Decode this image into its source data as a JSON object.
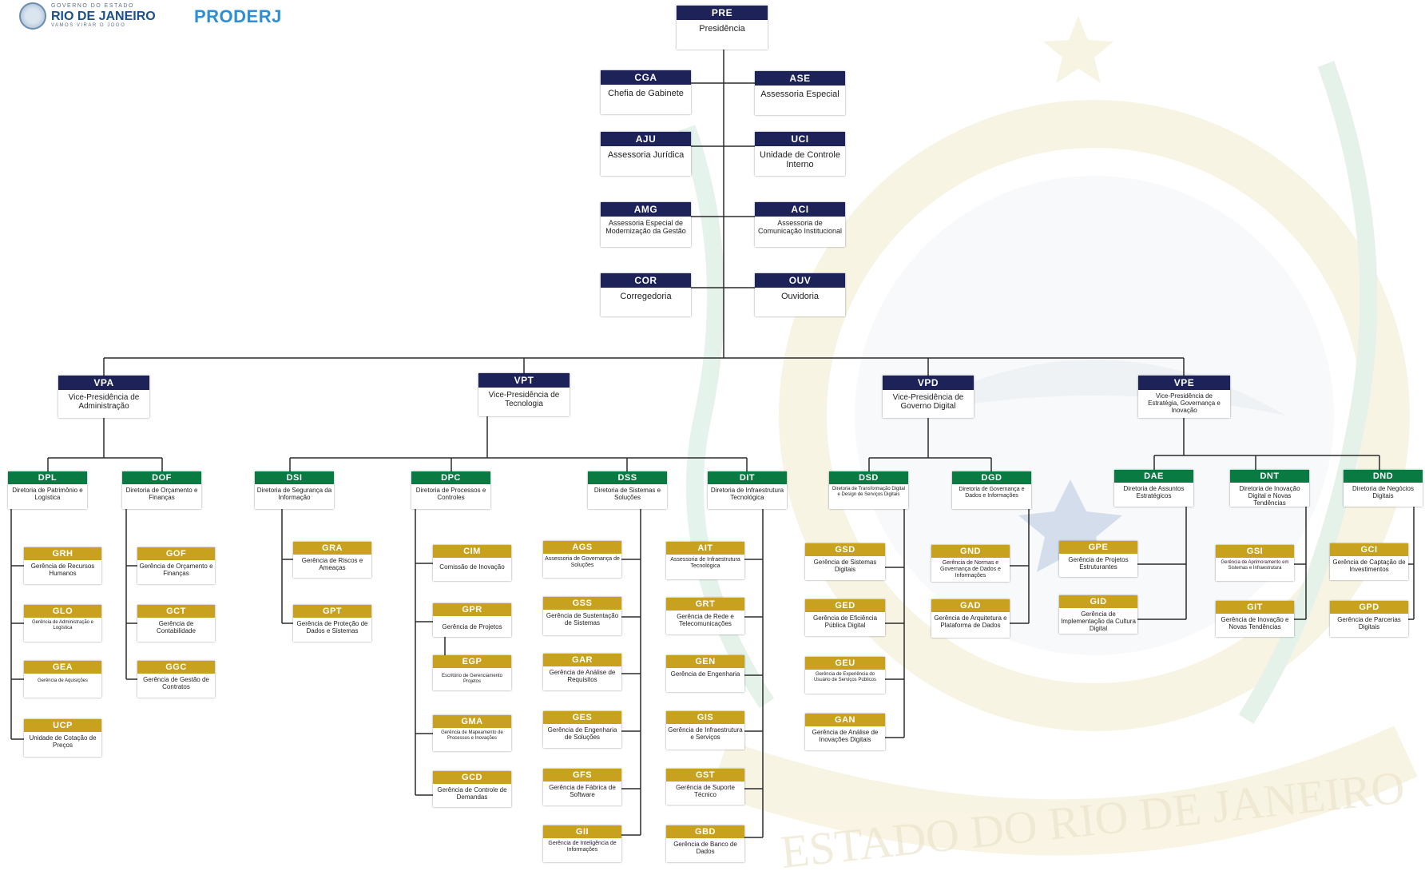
{
  "header": {
    "gov_text": "GOVERNO DO ESTADO",
    "state_text": "RIO DE JANEIRO",
    "slogan_text": "VAMOS VIRAR O JOGO",
    "brand": "PRODERJ"
  },
  "watermark_text": "ESTADO DO RIO DE JANEIRO",
  "colors": {
    "navy": "#1d2258",
    "green": "#0a7a43",
    "gold": "#c8a21f"
  },
  "org": {
    "pre": {
      "code": "PRE",
      "name": "Presidência"
    },
    "cga": {
      "code": "CGA",
      "name": "Chefia de Gabinete"
    },
    "ase": {
      "code": "ASE",
      "name": "Assessoria Especial"
    },
    "aju": {
      "code": "AJU",
      "name": "Assessoria Jurídica"
    },
    "uci": {
      "code": "UCI",
      "name": "Unidade de Controle Interno"
    },
    "amg": {
      "code": "AMG",
      "name": "Assessoria Especial de Modernização da Gestão"
    },
    "aci": {
      "code": "ACI",
      "name": "Assessoria de Comunicação Institucional"
    },
    "cor": {
      "code": "COR",
      "name": "Corregedoria"
    },
    "ouv": {
      "code": "OUV",
      "name": "Ouvidoria"
    },
    "vpa": {
      "code": "VPA",
      "name": "Vice-Presidência de Administração"
    },
    "vpt": {
      "code": "VPT",
      "name": "Vice-Presidência de Tecnologia"
    },
    "vpd": {
      "code": "VPD",
      "name": "Vice-Presidência de Governo Digital"
    },
    "vpe": {
      "code": "VPE",
      "name": "Vice-Presidência de Estratégia, Governança e Inovação"
    },
    "dpl": {
      "code": "DPL",
      "name": "Diretoria de Patrimônio e Logística"
    },
    "dof": {
      "code": "DOF",
      "name": "Diretoria de Orçamento e Finanças"
    },
    "dsi": {
      "code": "DSI",
      "name": "Diretoria de Segurança da Informação"
    },
    "dpc": {
      "code": "DPC",
      "name": "Diretoria de Processos e Controles"
    },
    "dss": {
      "code": "DSS",
      "name": "Diretoria de Sistemas e Soluções"
    },
    "dit": {
      "code": "DIT",
      "name": "Diretoria de Infraestrutura Tecnológica"
    },
    "dsd": {
      "code": "DSD",
      "name": "Diretoria de Transformação Digital e Design de Serviços Digitais"
    },
    "dgd": {
      "code": "DGD",
      "name": "Diretoria de Governança e Dados e Informações"
    },
    "dae": {
      "code": "DAE",
      "name": "Diretoria de Assuntos Estratégicos"
    },
    "dnt": {
      "code": "DNT",
      "name": "Diretoria de Inovação Digital e Novas Tendências"
    },
    "dnd": {
      "code": "DND",
      "name": "Diretoria de Negócios Digitais"
    },
    "grh": {
      "code": "GRH",
      "name": "Gerência de Recursos Humanos"
    },
    "glo": {
      "code": "GLO",
      "name": "Gerência de Administração e Logística"
    },
    "gea": {
      "code": "GEA",
      "name": "Gerência de Aquisições"
    },
    "ucp": {
      "code": "UCP",
      "name": "Unidade de Cotação de Preços"
    },
    "gof": {
      "code": "GOF",
      "name": "Gerência de Orçamento e Finanças"
    },
    "gct": {
      "code": "GCT",
      "name": "Gerência de Contabilidade"
    },
    "ggc": {
      "code": "GGC",
      "name": "Gerência de Gestão de Contratos"
    },
    "gra": {
      "code": "GRA",
      "name": "Gerência de Riscos e Ameaças"
    },
    "gpt": {
      "code": "GPT",
      "name": "Gerência de Proteção de Dados e Sistemas"
    },
    "cim": {
      "code": "CIM",
      "name": "Comissão de Inovação"
    },
    "gpr": {
      "code": "GPR",
      "name": "Gerência de Projetos"
    },
    "egp": {
      "code": "EGP",
      "name": "Escritório de Gerenciamento Projetos"
    },
    "gma": {
      "code": "GMA",
      "name": "Gerência de Mapeamento de Processos e Inovações"
    },
    "gcd": {
      "code": "GCD",
      "name": "Gerência de Controle de Demandas"
    },
    "ags": {
      "code": "AGS",
      "name": "Assessoria de Governança de Soluções"
    },
    "gss": {
      "code": "GSS",
      "name": "Gerência de Sustentação de Sistemas"
    },
    "gar": {
      "code": "GAR",
      "name": "Gerência de Análise de Requisitos"
    },
    "ges": {
      "code": "GES",
      "name": "Gerência de Engenharia de Soluções"
    },
    "gfs": {
      "code": "GFS",
      "name": "Gerência de Fábrica de Software"
    },
    "gii": {
      "code": "GII",
      "name": "Gerência de Inteligência de Informações"
    },
    "ait": {
      "code": "AIT",
      "name": "Assessoria de Infraestrutura Tecnológica"
    },
    "grt": {
      "code": "GRT",
      "name": "Gerência de Rede e Telecomunicações"
    },
    "gen": {
      "code": "GEN",
      "name": "Gerência de Engenharia"
    },
    "gis": {
      "code": "GIS",
      "name": "Gerência de Infraestrutura e Serviços"
    },
    "gst": {
      "code": "GST",
      "name": "Gerência de Suporte Técnico"
    },
    "gbd": {
      "code": "GBD",
      "name": "Gerência de Banco de Dados"
    },
    "gsd": {
      "code": "GSD",
      "name": "Gerência de Sistemas Digitais"
    },
    "ged": {
      "code": "GED",
      "name": "Gerência de Eficiência Pública Digital"
    },
    "geu": {
      "code": "GEU",
      "name": "Gerência de Experiência do Usuário de Serviços Públicos"
    },
    "gan": {
      "code": "GAN",
      "name": "Gerência de Análise de Inovações Digitais"
    },
    "gnd": {
      "code": "GND",
      "name": "Gerência de Normas e Governança de Dados e Informações"
    },
    "gad": {
      "code": "GAD",
      "name": "Gerência de Arquitetura e Plataforma de Dados"
    },
    "gpe": {
      "code": "GPE",
      "name": "Gerência de Projetos Estruturantes"
    },
    "gid": {
      "code": "GID",
      "name": "Gerência de Implementação da Cultura Digital"
    },
    "gsi": {
      "code": "GSI",
      "name": "Gerência de Aprimoramento em Sistemas e Infraestrutura"
    },
    "git": {
      "code": "GIT",
      "name": "Gerência de Inovação e Novas Tendências"
    },
    "gci": {
      "code": "GCI",
      "name": "Gerência de Captação de Investimentos"
    },
    "gpd": {
      "code": "GPD",
      "name": "Gerência de Parcerias Digitais"
    }
  }
}
